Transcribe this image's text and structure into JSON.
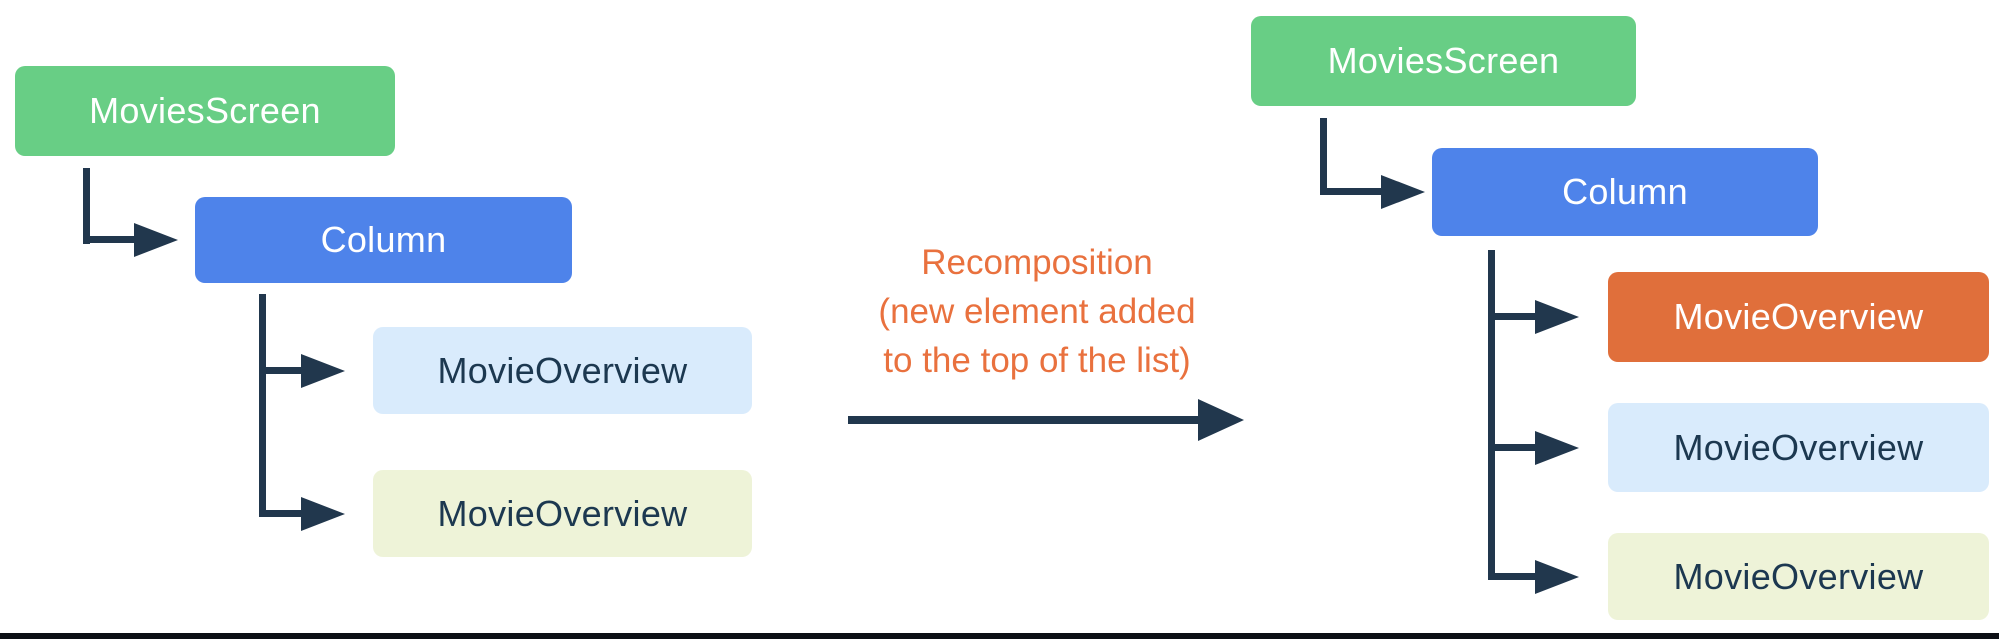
{
  "colors": {
    "node_green": "#68ce85",
    "node_blue": "#4e83ea",
    "node_orange": "#e06f3b",
    "node_light_blue": "#d9ebfc",
    "node_light_yellow": "#eef3d8",
    "connector": "#21374d",
    "transition_text": "#e9713e"
  },
  "before_tree": {
    "root": {
      "label": "MoviesScreen"
    },
    "column": {
      "label": "Column"
    },
    "children": [
      {
        "label": "MovieOverview"
      },
      {
        "label": "MovieOverview"
      }
    ]
  },
  "transition": {
    "line1": "Recomposition",
    "line2": "(new element added",
    "line3": "to the top of the list)"
  },
  "after_tree": {
    "root": {
      "label": "MoviesScreen"
    },
    "column": {
      "label": "Column"
    },
    "children": [
      {
        "label": "MovieOverview"
      },
      {
        "label": "MovieOverview"
      },
      {
        "label": "MovieOverview"
      }
    ]
  }
}
